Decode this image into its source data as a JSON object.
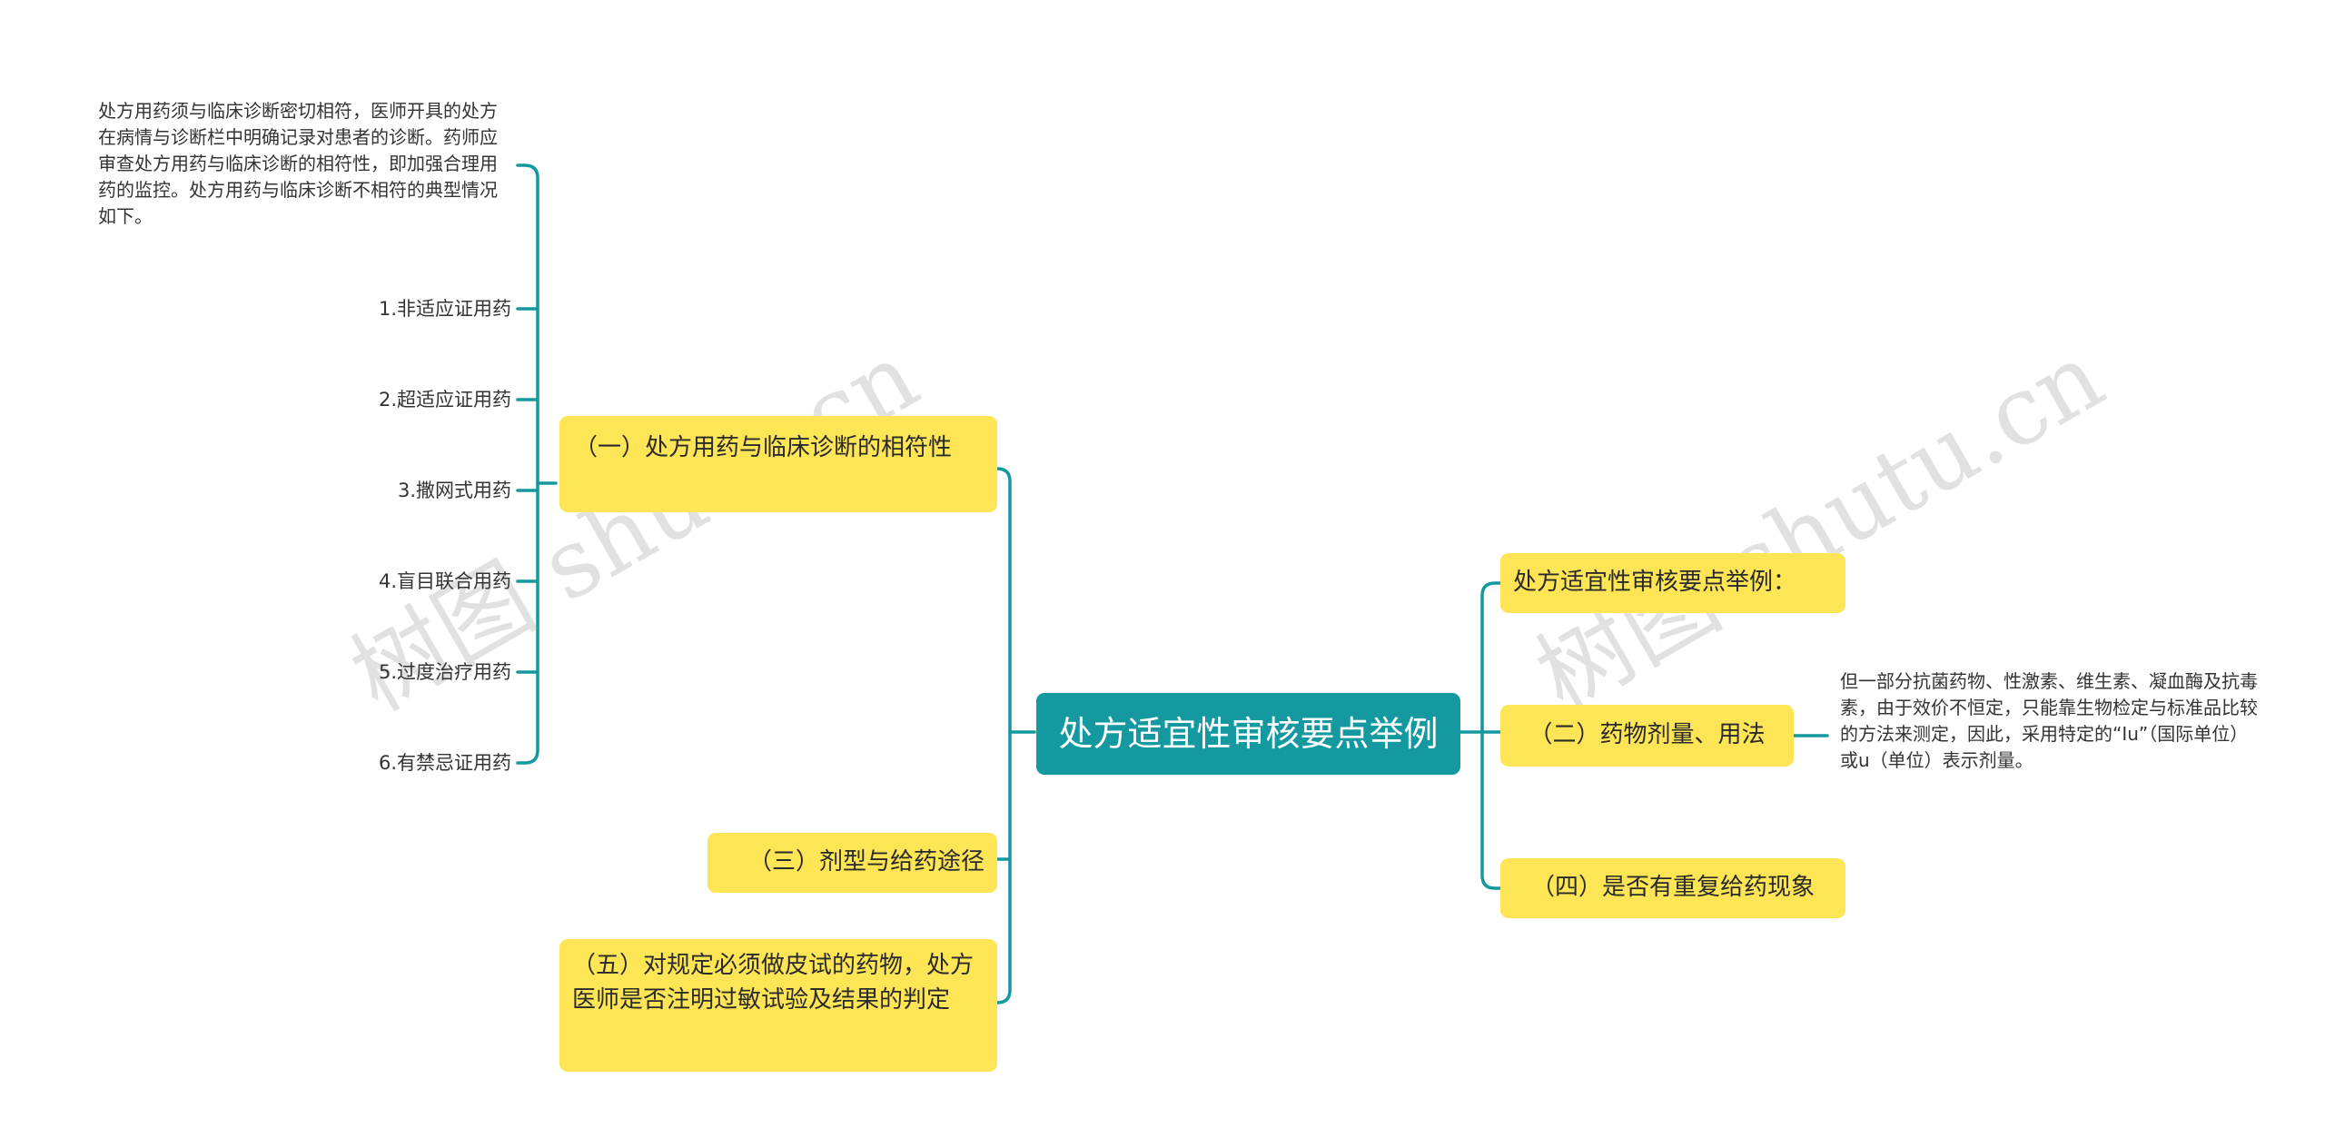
{
  "root": {
    "label": "处方适宜性审核要点举例"
  },
  "watermark": "树图 shutu.cn",
  "left": {
    "b1": {
      "label": "（一）处方用药与临床诊断的相符性",
      "note": "处方用药须与临床诊断密切相符，医师开具的处方在病情与诊断栏中明确记录对患者的诊断。药师应审查处方用药与临床诊断的相符性，即加强合理用药的监控。处方用药与临床诊断不相符的典型情况如下。",
      "items": [
        {
          "label": "1.非适应证用药"
        },
        {
          "label": "2.超适应证用药"
        },
        {
          "label": "3.撒网式用药"
        },
        {
          "label": "4.盲目联合用药"
        },
        {
          "label": "5.过度治疗用药"
        },
        {
          "label": "6.有禁忌证用药"
        }
      ]
    },
    "b3": {
      "label": "（三）剂型与给药途径"
    },
    "b5": {
      "label": "（五）对规定必须做皮试的药物，处方医师是否注明过敏试验及结果的判定"
    }
  },
  "right": {
    "r1": {
      "label": "处方适宜性审核要点举例："
    },
    "r2": {
      "label": "（二）药物剂量、用法",
      "note": "但一部分抗菌药物、性激素、维生素、凝血酶及抗毒素，由于效价不恒定，只能靠生物检定与标准品比较的方法来测定，因此，采用特定的“Iu”（国际单位）或u（单位）表示剂量。"
    },
    "r4": {
      "label": "（四）是否有重复给药现象"
    }
  },
  "colors": {
    "line": "#13999f",
    "root": "#13999f",
    "node": "#fde556"
  }
}
